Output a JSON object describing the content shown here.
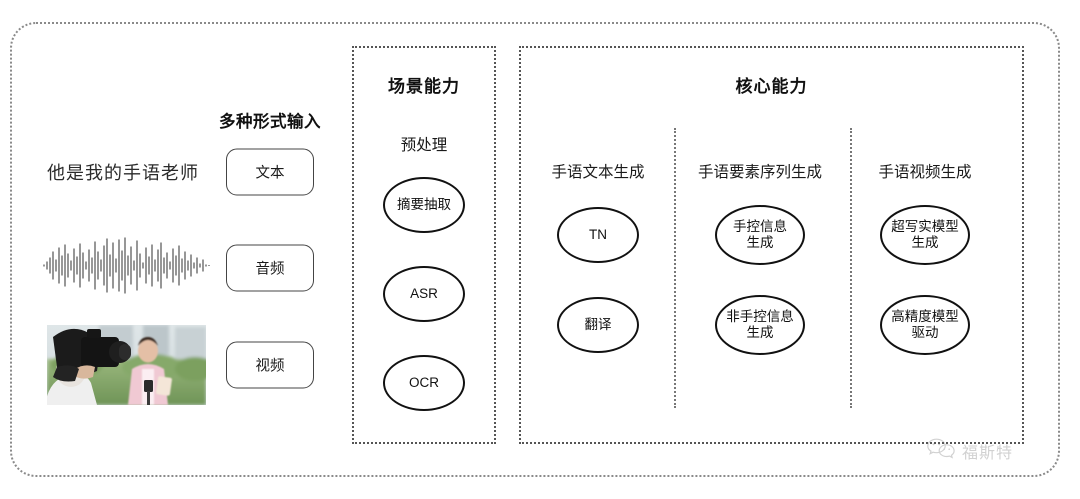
{
  "diagram": {
    "input_section": {
      "caption": "多种形式输入",
      "sample_text": "他是我的手语老师",
      "chips": [
        {
          "label": "文本",
          "modality": "text"
        },
        {
          "label": "音频",
          "modality": "audio"
        },
        {
          "label": "视频",
          "modality": "video"
        }
      ],
      "media": {
        "waveform_name": "audio-waveform",
        "thumbnail_name": "video-thumbnail-cameraman-reporter"
      }
    },
    "scene_panel": {
      "title": "场景能力",
      "columns": [
        {
          "header": "预处理",
          "nodes": [
            "摘要抽取",
            "ASR",
            "OCR"
          ]
        }
      ]
    },
    "core_panel": {
      "title": "核心能力",
      "columns": [
        {
          "header": "手语文本生成",
          "nodes": [
            "TN",
            "翻译"
          ]
        },
        {
          "header": "手语要素序列生成",
          "nodes": [
            "手控信息\n生成",
            "非手控信息\n生成"
          ]
        },
        {
          "header": "手语视频生成",
          "nodes": [
            "超写实模型\n生成",
            "高精度模型\n驱动"
          ]
        }
      ]
    },
    "watermark": {
      "text": "福斯特",
      "icon": "wechat-icon"
    },
    "colors": {
      "frame": "#8a8a8a",
      "panel_border": "#555555",
      "node_border": "#111111",
      "chip_border": "#444444",
      "text": "#1a1a1a",
      "background": "#ffffff"
    }
  }
}
